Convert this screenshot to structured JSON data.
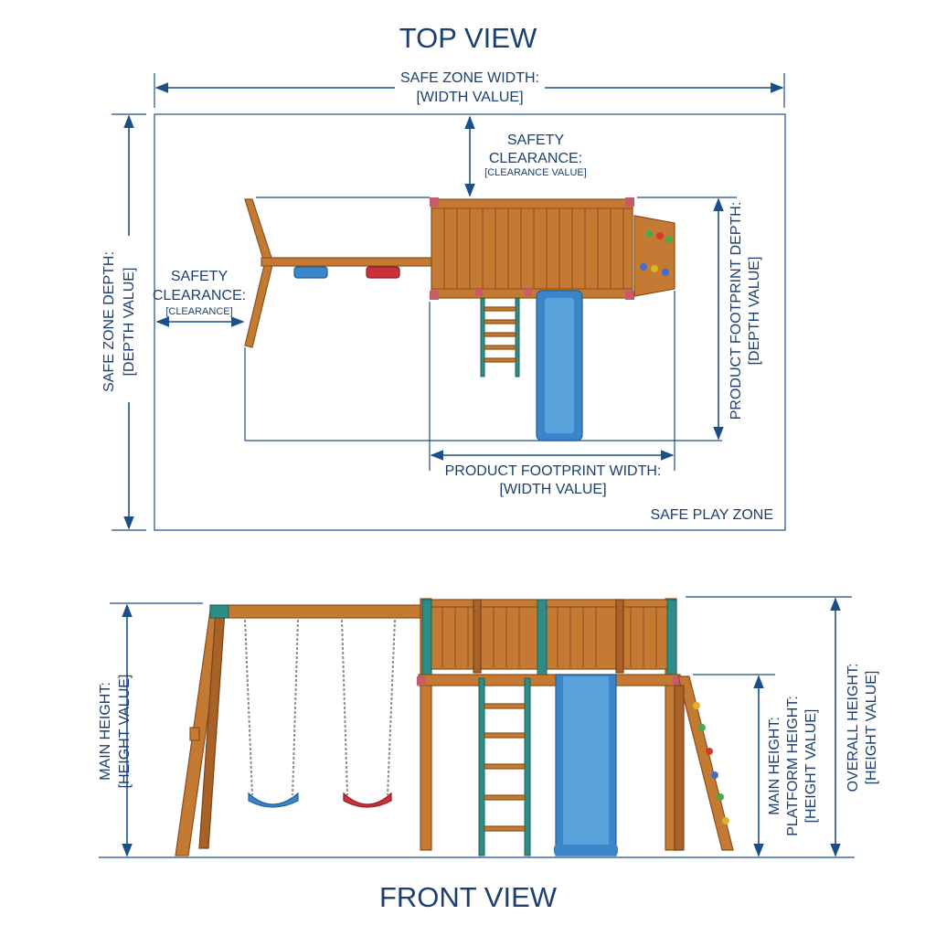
{
  "top_view": {
    "title": "TOP VIEW",
    "safe_zone_width_label": "SAFE ZONE WIDTH:",
    "safe_zone_width_value": "[WIDTH VALUE]",
    "safe_zone_depth_label": "SAFE ZONE DEPTH:",
    "safe_zone_depth_value": "[DEPTH VALUE]",
    "top_clearance_line1": "SAFETY",
    "top_clearance_line2": "CLEARANCE:",
    "top_clearance_value": "[CLEARANCE VALUE]",
    "left_clearance_line1": "SAFETY",
    "left_clearance_line2": "CLEARANCE:",
    "left_clearance_value": "[CLEARANCE]",
    "footprint_width_label": "PRODUCT FOOTPRINT WIDTH:",
    "footprint_width_value": "[WIDTH VALUE]",
    "footprint_depth_label": "PRODUCT FOOTPRINT DEPTH:",
    "footprint_depth_value": "[DEPTH VALUE]",
    "zone_label": "SAFE PLAY ZONE"
  },
  "front_view": {
    "title": "FRONT VIEW",
    "main_height_left_label": "MAIN HEIGHT:",
    "main_height_left_value": "[HEIGHT VALUE]",
    "platform_line1": "MAIN HEIGHT:",
    "platform_line2": "PLATFORM HEIGHT:",
    "platform_value": "[HEIGHT VALUE]",
    "overall_height_label": "OVERALL HEIGHT:",
    "overall_height_value": "[HEIGHT VALUE]"
  },
  "colors": {
    "dimension_blue": "#1a4f8a",
    "wood": "#c47a33",
    "slide_blue": "#3a86c8",
    "swing_red": "#c8323a",
    "trim_teal": "#2e8c86"
  }
}
